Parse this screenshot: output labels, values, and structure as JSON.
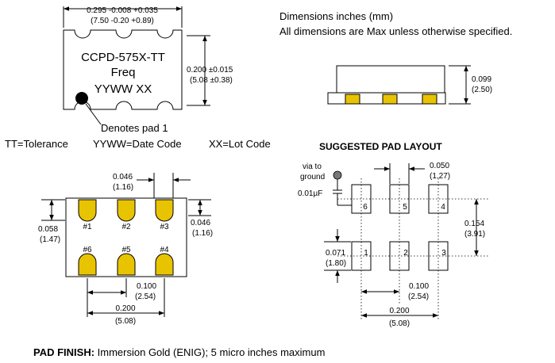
{
  "header": {
    "line1": "Dimensions  inches (mm)",
    "line2": "All dimensions are Max unless otherwise specified."
  },
  "top_view": {
    "width_in": "0.295 -0.008 +0.035",
    "width_mm": "(7.50 -0.20 +0.89)",
    "height_in": "0.200 ±0.015",
    "height_mm": "(5.08 ±0.38)",
    "marking_line1": "CCPD-575X-TT",
    "marking_line2": "Freq",
    "marking_line3": "YYWW  XX",
    "pad1_note": "Denotes pad 1"
  },
  "side_view": {
    "height_in": "0.099",
    "height_mm": "(2.50)"
  },
  "legend": {
    "tt": "TT=Tolerance",
    "yyww": "YYWW=Date Code",
    "xx": "XX=Lot Code"
  },
  "bottom_view": {
    "pad_width_in": "0.046",
    "pad_width_mm": "(1.16)",
    "pad_length_in": "0.058",
    "pad_length_mm": "(1.47)",
    "pad_height_in": "0.046",
    "pad_height_mm": "(1.16)",
    "pitch_in": "0.100",
    "pitch_mm": "(2.54)",
    "span_in": "0.200",
    "span_mm": "(5.08)",
    "pads": [
      "#1",
      "#2",
      "#3",
      "#6",
      "#5",
      "#4"
    ]
  },
  "pad_layout": {
    "title": "SUGGESTED PAD LAYOUT",
    "via_line1": "via to",
    "via_line2": "ground",
    "cap": "0.01µF",
    "pad_w_in": "0.050",
    "pad_w_mm": "(1.27)",
    "row_pitch_in": "0.154",
    "row_pitch_mm": "(3.91)",
    "pad_h_in": "0.071",
    "pad_h_mm": "(1.80)",
    "pitch_in": "0.100",
    "pitch_mm": "(2.54)",
    "span_in": "0.200",
    "span_mm": "(5.08)",
    "pads": [
      "6",
      "5",
      "4",
      "1",
      "2",
      "3"
    ]
  },
  "footer": {
    "label": "PAD FINISH:",
    "text": " Immersion Gold (ENIG); 5 micro inches maximum"
  }
}
